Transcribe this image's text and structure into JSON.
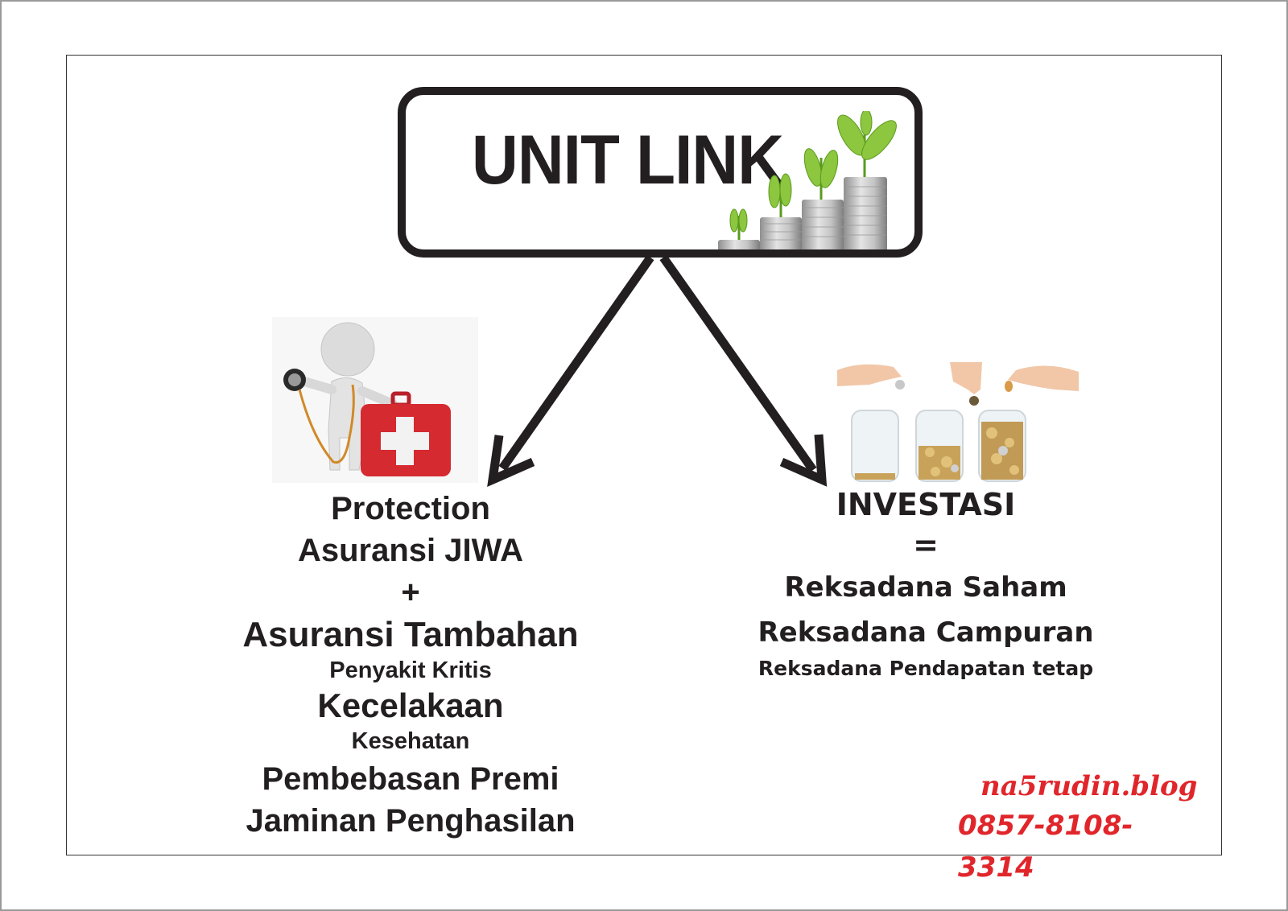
{
  "title": "UNIT LINK",
  "colors": {
    "text": "#231f20",
    "accent_red": "#e0262b",
    "leaf_green": "#8dc63f",
    "coin_silver": "#b8b8b8"
  },
  "icons": {
    "title_decoration": "growing-coins-plants-icon",
    "protection_image": "doctor-first-aid-kit-icon",
    "investment_image": "coin-jars-icon"
  },
  "protection": {
    "heading": "Protection",
    "main": "Asuransi JIWA",
    "plus": "+",
    "additional_heading": "Asuransi Tambahan",
    "riders": [
      "Penyakit Kritis",
      "Kecelakaan",
      "Kesehatan",
      "Pembebasan Premi",
      "Jaminan Penghasilan"
    ]
  },
  "investment": {
    "heading": "INVESTASI",
    "equals": "=",
    "funds": [
      "Reksadana Saham",
      "Reksadana Campuran",
      "Reksadana Pendapatan tetap"
    ]
  },
  "signature": {
    "blog": "na5rudin.blog",
    "phone": "0857-8108-3314"
  }
}
